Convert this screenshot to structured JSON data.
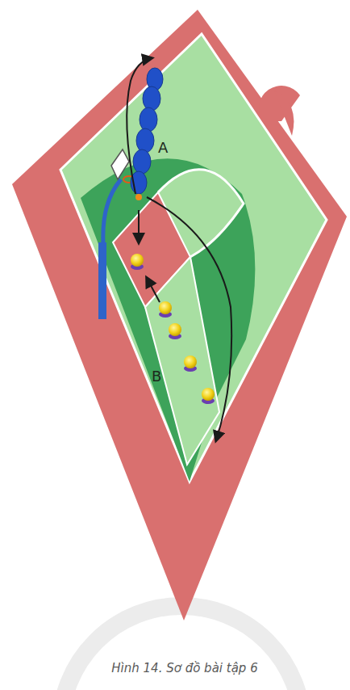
{
  "diagram": {
    "caption": "Hình 14. Sơ đồ bài tập 6",
    "labels": [
      "A",
      "B"
    ]
  }
}
